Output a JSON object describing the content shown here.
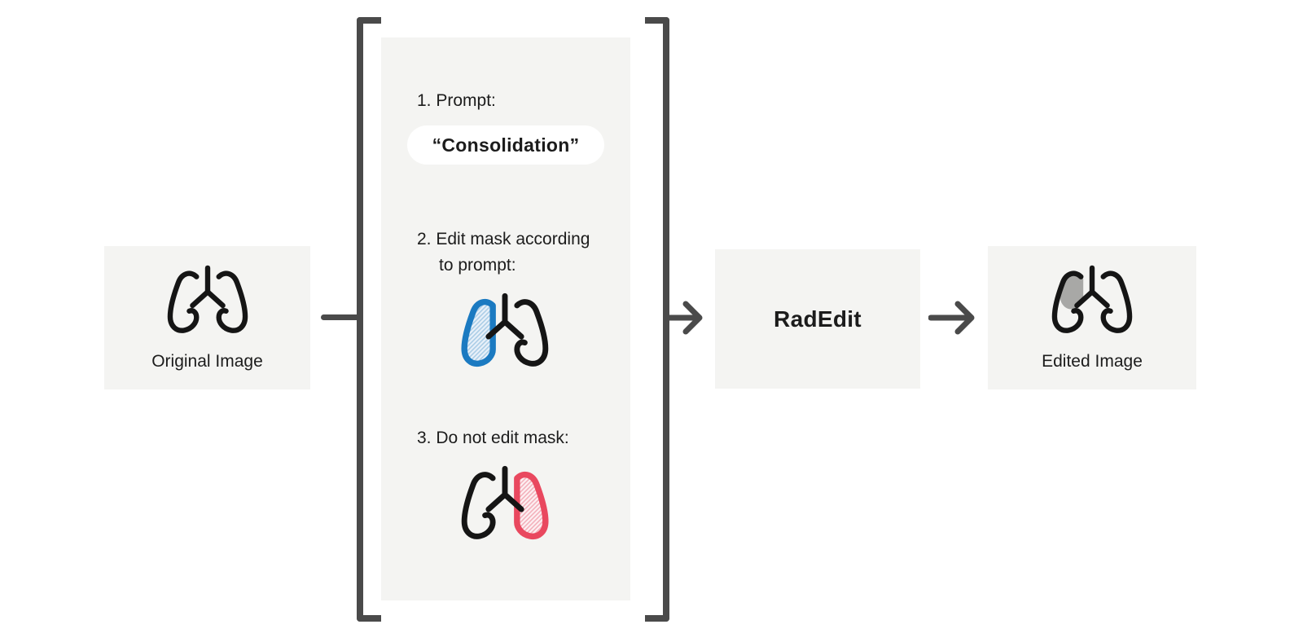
{
  "colors": {
    "panel_gray": "#f4f4f2",
    "connector_gray": "#4a4a4a",
    "icon_black": "#151515",
    "text_black": "#1c1c1c",
    "pill_white": "#ffffff",
    "edit_mask_blue": "#1b7ac1",
    "edit_mask_blue_fill": "#e9f1f9",
    "edit_mask_blue_hatch": "#a9cce6",
    "keep_mask_red": "#e9485f",
    "keep_mask_red_fill": "#fdf1f3",
    "keep_mask_red_hatch": "#f3aeb9",
    "edited_region_gray": "#a8a8a6"
  },
  "original_box": {
    "label": "Original Image"
  },
  "bracket_panel": {
    "step1_label": "1. Prompt:",
    "prompt_text": "“Consolidation”",
    "step2_line1": "2. Edit mask according",
    "step2_line2": "to prompt:",
    "step3_label": "3. Do not edit mask:"
  },
  "model_box": {
    "label": "RadEdit"
  },
  "edited_box": {
    "label": "Edited Image"
  },
  "icons": {
    "original": "lungs-icon",
    "edit_mask": "lungs-edit-mask-icon",
    "keep_mask": "lungs-keep-mask-icon",
    "edited": "lungs-edited-icon",
    "flow": "arrow-right-icon"
  }
}
